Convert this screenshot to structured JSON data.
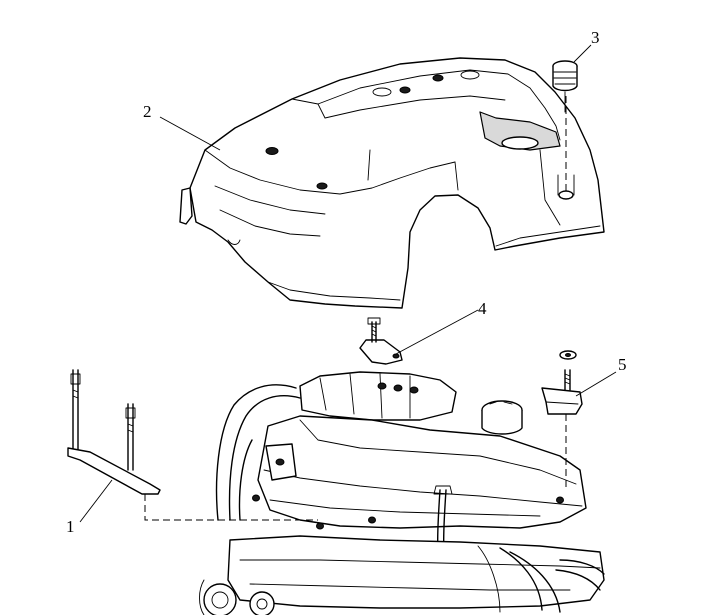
{
  "callouts": [
    {
      "id": "1",
      "label": "1"
    },
    {
      "id": "2",
      "label": "2"
    },
    {
      "id": "3",
      "label": "3"
    },
    {
      "id": "4",
      "label": "4"
    },
    {
      "id": "5",
      "label": "5"
    }
  ],
  "parts": {
    "p1": "bracket-with-studs",
    "p2": "engine-cover",
    "p3": "rubber-grommet",
    "p4": "stud-mount-plate",
    "p5": "bracket-with-stud-and-washer"
  }
}
